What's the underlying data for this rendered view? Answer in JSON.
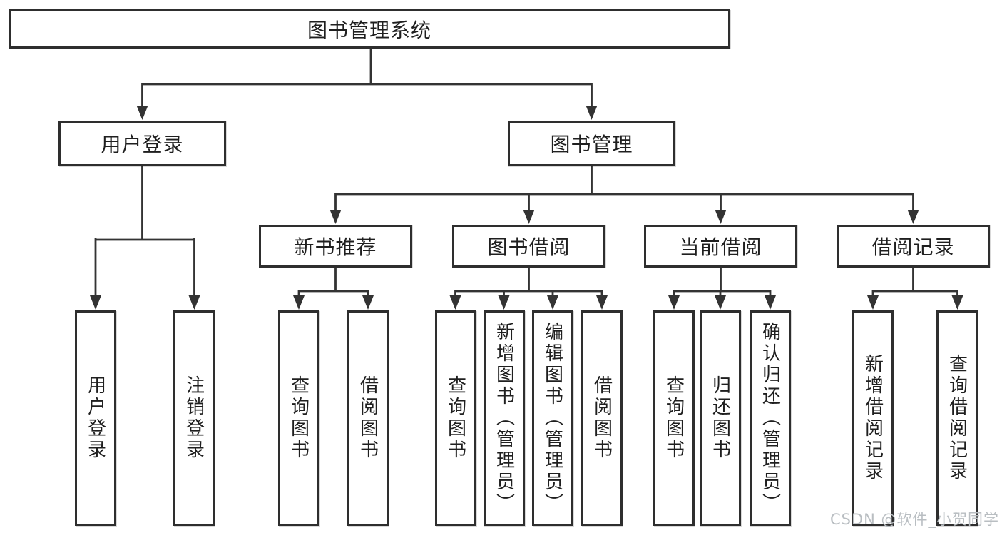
{
  "diagram": {
    "root": {
      "label": "图书管理系统"
    },
    "level2": {
      "user_login": {
        "label": "用户登录"
      },
      "book_mgmt": {
        "label": "图书管理"
      }
    },
    "level3": {
      "new_books": {
        "label": "新书推荐"
      },
      "book_borrow": {
        "label": "图书借阅"
      },
      "current_borrow": {
        "label": "当前借阅"
      },
      "borrow_records": {
        "label": "借阅记录"
      }
    },
    "leaves": {
      "user_login": "用户登录",
      "logout": "注销登录",
      "nb_query_book": "查询图书",
      "nb_borrow_book": "借阅图书",
      "bb_query_book": "查询图书",
      "bb_add_book": "新增图书（管理员）",
      "bb_edit_book": "编辑图书（管理员）",
      "bb_borrow_book": "借阅图书",
      "cb_query_book": "查询图书",
      "cb_return_book": "归还图书",
      "cb_confirm_return": "确认归还（管理员）",
      "br_add_record": "新增借阅记录",
      "br_query_record": "查询借阅记录"
    },
    "watermark": "CSDN @软件_小贺同学",
    "colors": {
      "line": "#333333",
      "border": "#2e2e2e",
      "text": "#1f1f1f",
      "watermark": "#b9bec2",
      "background": "#ffffff"
    }
  }
}
